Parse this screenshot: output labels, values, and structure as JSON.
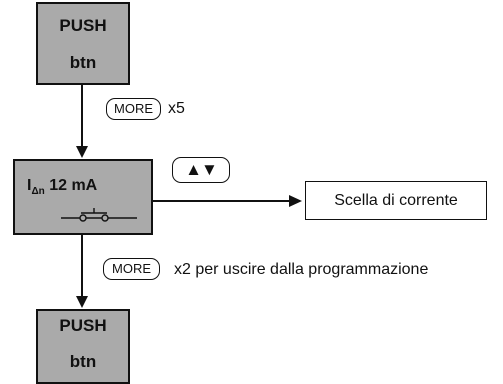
{
  "top_block": {
    "line1": "PUSH",
    "line2": "btn"
  },
  "bottom_block": {
    "line1": "PUSH",
    "line2": "btn"
  },
  "more_key_1": {
    "label": "MORE",
    "note": "x5"
  },
  "more_key_2": {
    "label": "MORE",
    "note": "x2 per uscire dalla programmazione"
  },
  "status_block": {
    "symbol_main": "I",
    "symbol_sub": "Δn",
    "value": "12 mA"
  },
  "arrow_keys": {
    "up": "▲",
    "down": "▼"
  },
  "target": {
    "label": "Scella di corrente"
  }
}
